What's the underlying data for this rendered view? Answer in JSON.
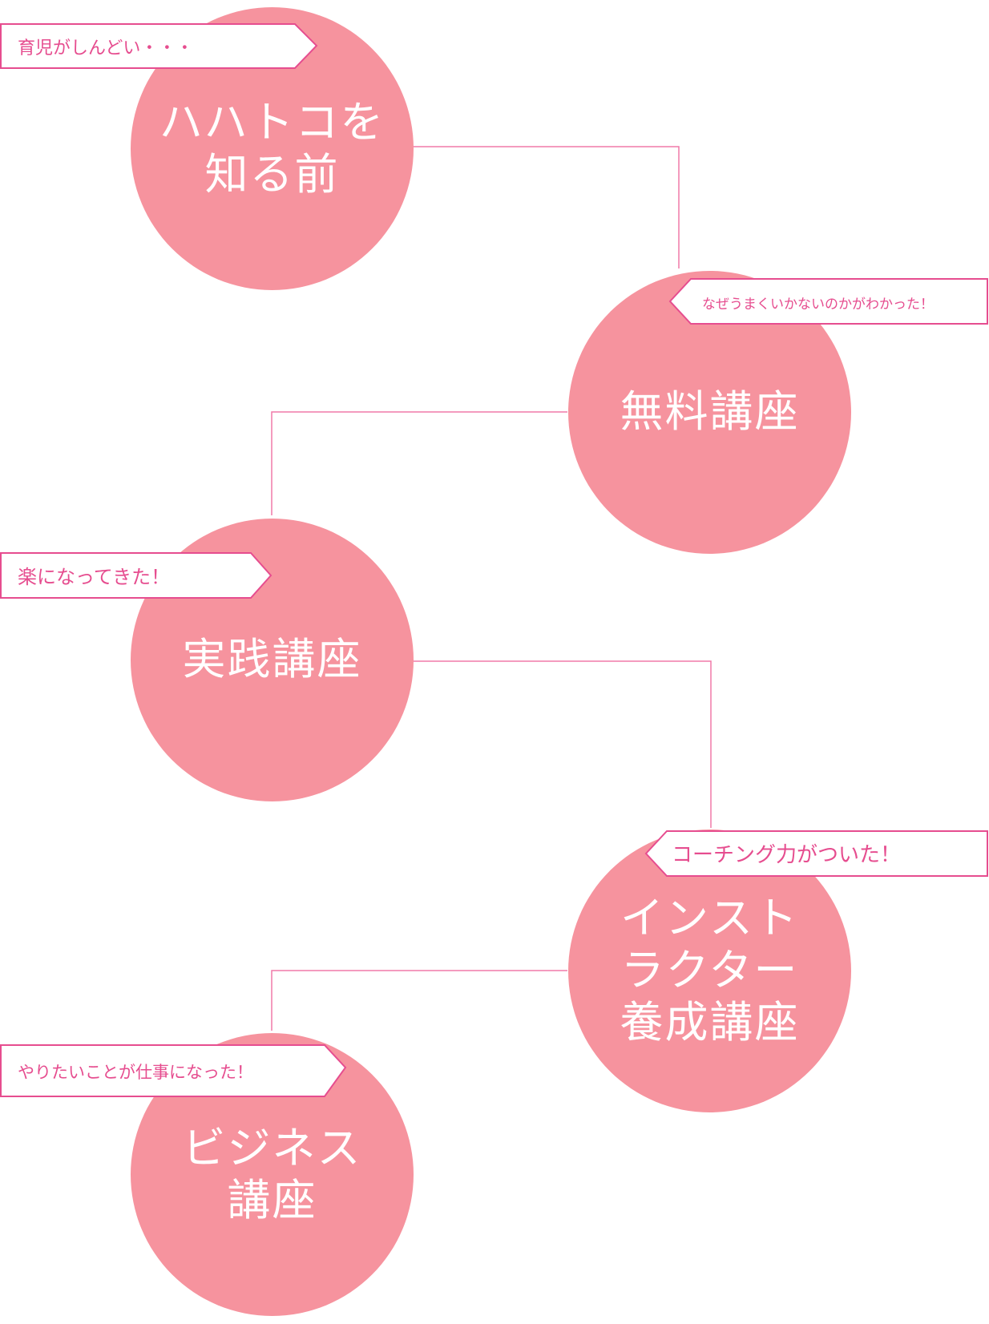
{
  "colors": {
    "circle": "#f6939e",
    "line": "#f07aa9",
    "bubble_border": "#e64d8f",
    "bubble_text": "#e64d8f",
    "circle_text": "#ffffff"
  },
  "stages": [
    {
      "label": "ハハトコを\n知る前",
      "bubble": "育児がしんどい・・・"
    },
    {
      "label": "無料講座",
      "bubble": "なぜうまくいかないのかがわかった！"
    },
    {
      "label": "実践講座",
      "bubble": "楽になってきた！"
    },
    {
      "label": "インスト\nラクター\n養成講座",
      "bubble": "コーチング力がついた！"
    },
    {
      "label": "ビジネス\n講座",
      "bubble": "やりたいことが仕事になった！"
    }
  ]
}
